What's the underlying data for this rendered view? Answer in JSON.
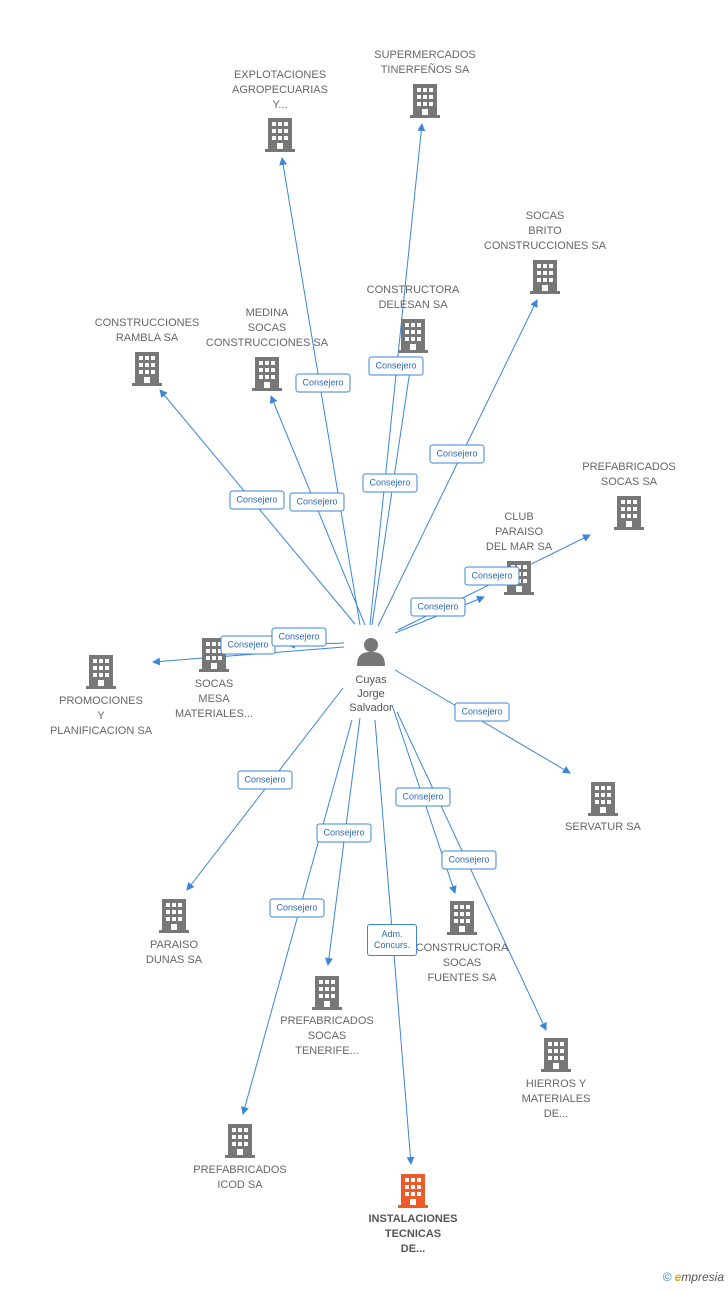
{
  "colors": {
    "edge": "#3b86d9",
    "building": "#777777",
    "highlight": "#f05a28",
    "person": "#777777"
  },
  "center": {
    "lines": [
      "Cuyas",
      "Jorge",
      "Salvador"
    ],
    "icon": "person-icon"
  },
  "nodes": [
    {
      "id": "explotaciones",
      "lines": [
        "EXPLOTACIONES",
        "AGROPECUARIAS",
        "Y..."
      ],
      "relation": "Consejero"
    },
    {
      "id": "supermercados",
      "lines": [
        "SUPERMERCADOS",
        "TINERFEÑOS SA"
      ],
      "relation": "Consejero"
    },
    {
      "id": "socas-brito",
      "lines": [
        "SOCAS",
        "BRITO",
        "CONSTRUCCIONES SA"
      ],
      "relation": "Consejero"
    },
    {
      "id": "constructora-delesan",
      "lines": [
        "CONSTRUCTORA",
        "DELESAN SA"
      ],
      "relation": "Consejero"
    },
    {
      "id": "medina-socas",
      "lines": [
        "MEDINA",
        "SOCAS",
        "CONSTRUCCIONES SA"
      ],
      "relation": "Consejero"
    },
    {
      "id": "construcciones-rambla",
      "lines": [
        "CONSTRUCCIONES",
        "RAMBLA SA"
      ],
      "relation": "Consejero"
    },
    {
      "id": "prefabricados-socas",
      "lines": [
        "PREFABRICADOS",
        "SOCAS SA"
      ],
      "relation": "Consejero"
    },
    {
      "id": "club-paraiso",
      "lines": [
        "CLUB",
        "PARAISO",
        "DEL MAR SA"
      ],
      "relation": "Consejero"
    },
    {
      "id": "socas-mesa",
      "lines": [
        "SOCAS",
        "MESA",
        "MATERIALES..."
      ],
      "relation": "Consejero"
    },
    {
      "id": "promociones",
      "lines": [
        "PROMOCIONES",
        "Y",
        "PLANIFICACION SA"
      ],
      "relation": "Consejero"
    },
    {
      "id": "servatur",
      "lines": [
        "SERVATUR SA"
      ],
      "relation": "Consejero"
    },
    {
      "id": "paraiso-dunas",
      "lines": [
        "PARAISO",
        "DUNAS SA"
      ],
      "relation": "Consejero"
    },
    {
      "id": "constructora-socas-fuentes",
      "lines": [
        "CONSTRUCTORA",
        "SOCAS",
        "FUENTES SA"
      ],
      "relation": "Consejero"
    },
    {
      "id": "prefabricados-tenerife",
      "lines": [
        "PREFABRICADOS",
        "SOCAS",
        "TENERIFE..."
      ],
      "relation": "Consejero"
    },
    {
      "id": "hierros",
      "lines": [
        "HIERROS Y",
        "MATERIALES",
        "DE..."
      ],
      "relation": "Consejero"
    },
    {
      "id": "prefabricados-icod",
      "lines": [
        "PREFABRICADOS",
        "ICOD SA"
      ],
      "relation": "Consejero"
    },
    {
      "id": "instalaciones",
      "lines": [
        "INSTALACIONES",
        "TECNICAS",
        "DE..."
      ],
      "relation": "Adm. Concurs.",
      "highlight": true
    }
  ],
  "footer": {
    "copyright": "©",
    "brand_initial": "e",
    "brand_rest": "mpresia"
  }
}
